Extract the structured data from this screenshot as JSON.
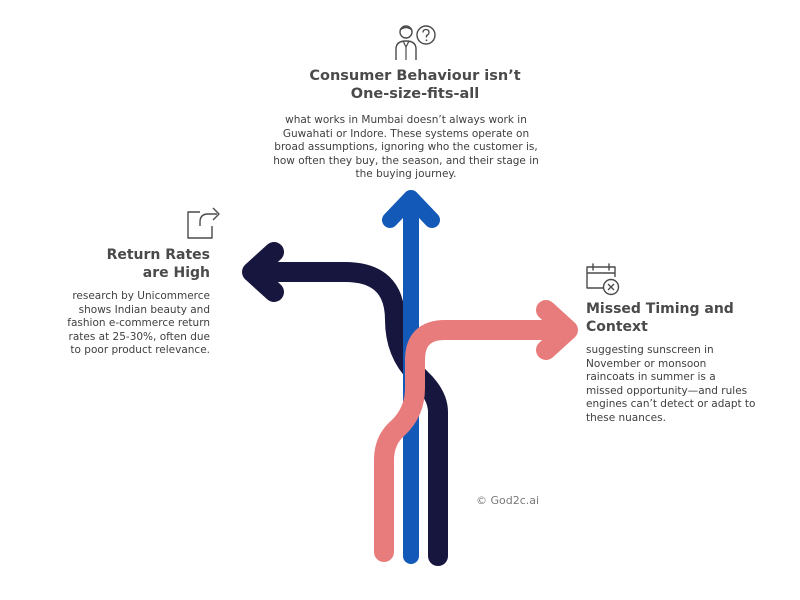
{
  "consumer": {
    "title_line1": "Consumer Behaviour isn’t",
    "title_line2": "One-size-fits-all",
    "body": "what works in Mumbai doesn’t always work in Guwahati or Indore. These systems operate on broad assumptions, ignoring who the customer is, how often they buy, the season, and their stage in the buying journey.",
    "icon": "person-question-icon"
  },
  "returns": {
    "title_line1": "Return Rates",
    "title_line2": "are High",
    "body": "research by Unicommerce shows Indian beauty and fashion e-commerce return rates at 25-30%, often due to poor product relevance.",
    "icon": "return-arrow-box-icon"
  },
  "timing": {
    "title_line1": "Missed Timing and",
    "title_line2": "Context",
    "body": "suggesting sunscreen in November or monsoon raincoats in summer is a missed opportunity—and rules engines can’t detect or adapt to these nuances.",
    "icon": "calendar-cancel-icon"
  },
  "copyright": "© God2c.ai",
  "colors": {
    "navy": "#16163f",
    "blue": "#1259b8",
    "coral": "#e87c7c",
    "icon": "#4a4a4a"
  }
}
